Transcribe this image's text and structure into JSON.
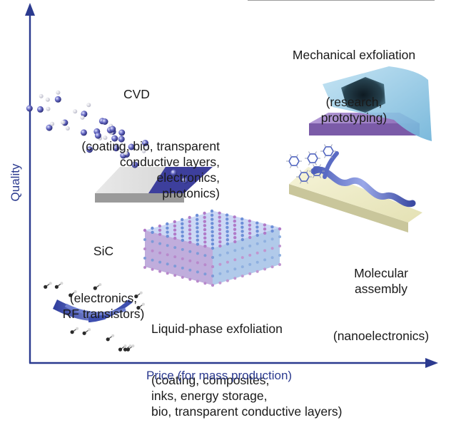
{
  "axes": {
    "x_label": "Price (for mass production)",
    "y_label": "Quality"
  },
  "methods": [
    {
      "id": "mechanical",
      "name": "Mechanical exfoliation",
      "uses": "(research,\nprototyping)"
    },
    {
      "id": "cvd",
      "name": "CVD",
      "uses": "(coating, bio, transparent\nconductive layers,\nelectronics,\nphotonics)"
    },
    {
      "id": "sic",
      "name": "SiC",
      "uses": "(electronics,\nRF transistors)"
    },
    {
      "id": "molecular",
      "name": "Molecular\nassembly",
      "uses": "(nanoelectronics)"
    },
    {
      "id": "liquid",
      "name": "Liquid-phase exfoliation",
      "uses": "(coating, composites,\ninks, energy storage,\nbio, transparent conductive layers)"
    }
  ],
  "colors": {
    "axis": "#2b3a8f",
    "substrate_purple": "#9a7cc0",
    "substrate_grey": "#c9c9c9",
    "graphene_blue": "#3d3f9c",
    "substrate_cream": "#efedc6"
  }
}
